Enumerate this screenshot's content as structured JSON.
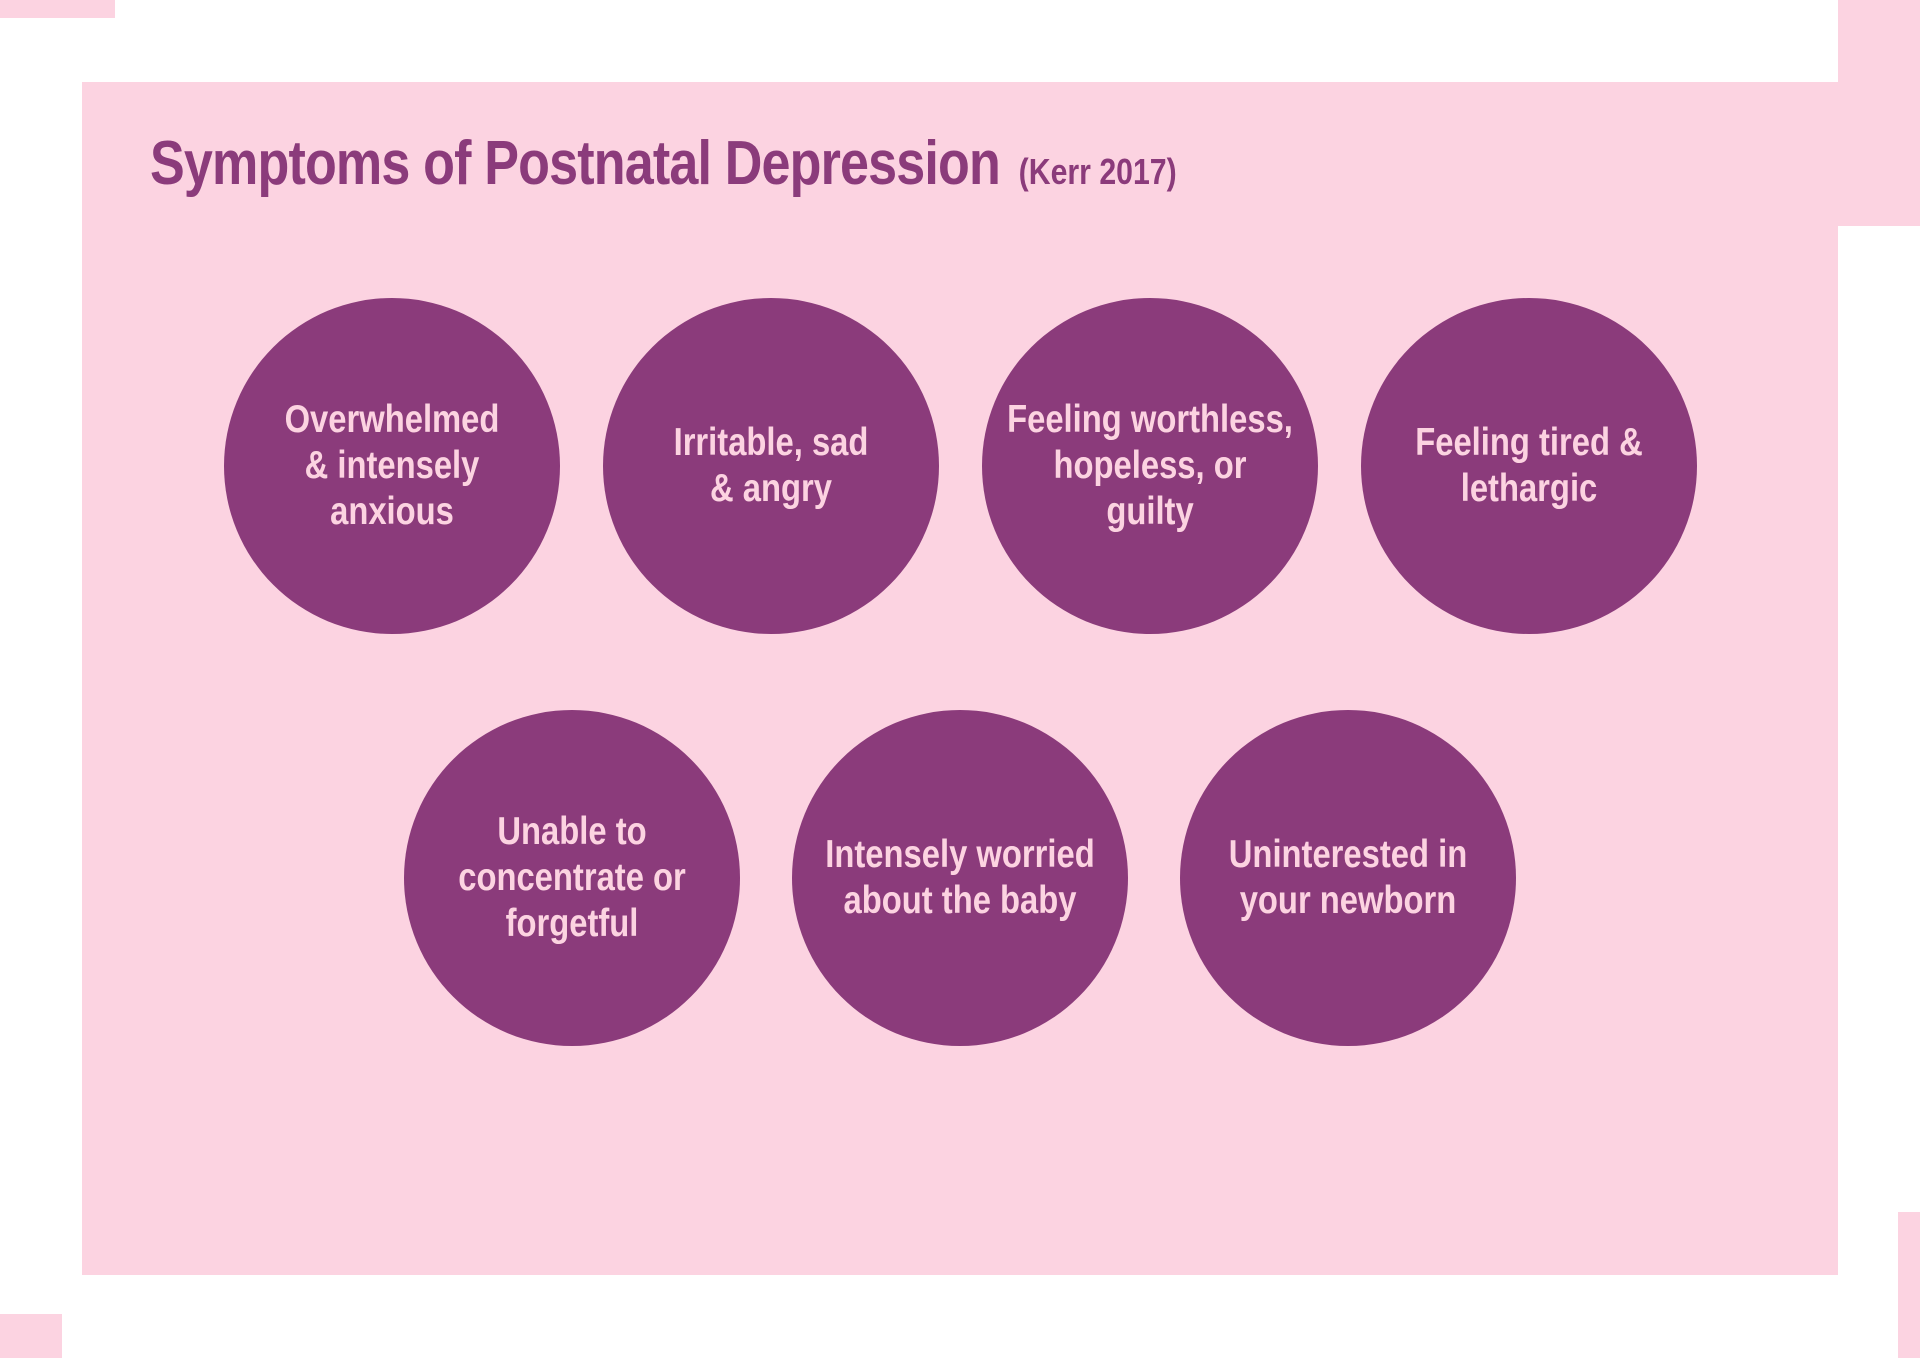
{
  "title": {
    "main": "Symptoms of Postnatal Depression",
    "citation": "(Kerr 2017)"
  },
  "symptoms": [
    {
      "label": "Overwhelmed\n& intensely\nanxious"
    },
    {
      "label": "Irritable, sad\n& angry"
    },
    {
      "label": "Feeling worthless,\nhopeless, or\nguilty"
    },
    {
      "label": "Feeling tired &\nlethargic"
    },
    {
      "label": "Unable to\nconcentrate or\nforgetful"
    },
    {
      "label": "Intensely worried\nabout the baby"
    },
    {
      "label": "Uninterested in\nyour newborn"
    }
  ],
  "colors": {
    "background_panel": "#fcd3e1",
    "circle_fill": "#8b3b7b",
    "title_text": "#8b3b7b",
    "circle_text": "#fcd3e1"
  }
}
